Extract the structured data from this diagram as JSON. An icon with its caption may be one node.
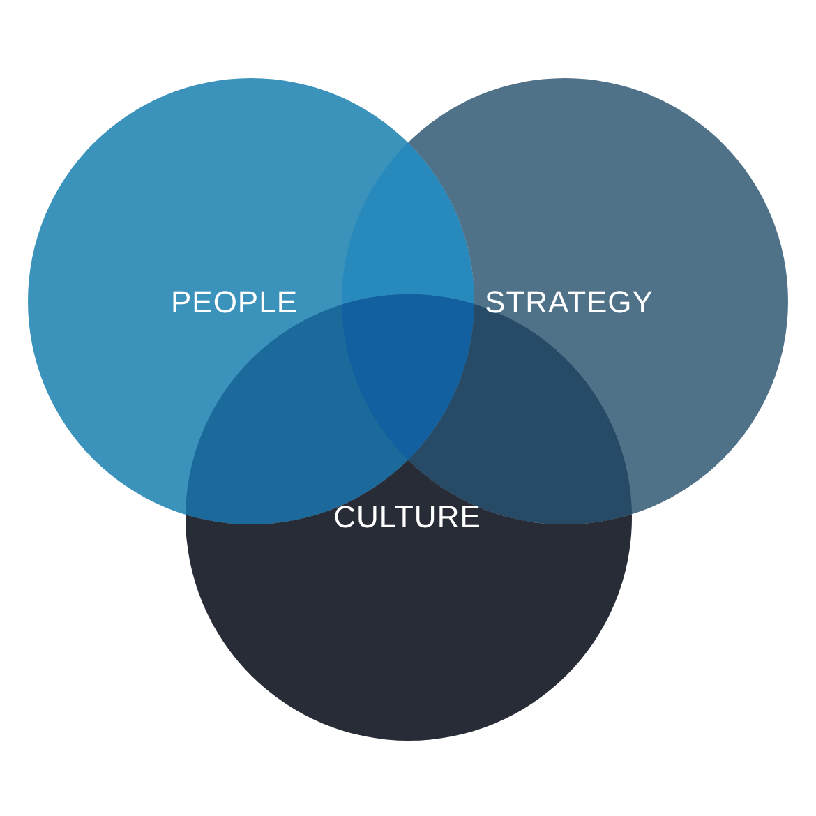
{
  "diagram": {
    "nodes": [
      {
        "text": [
          "PEOPLE"
        ]
      },
      {
        "text": [
          "STRATEGY"
        ]
      },
      {
        "text": [
          "CULTURE"
        ]
      }
    ]
  }
}
